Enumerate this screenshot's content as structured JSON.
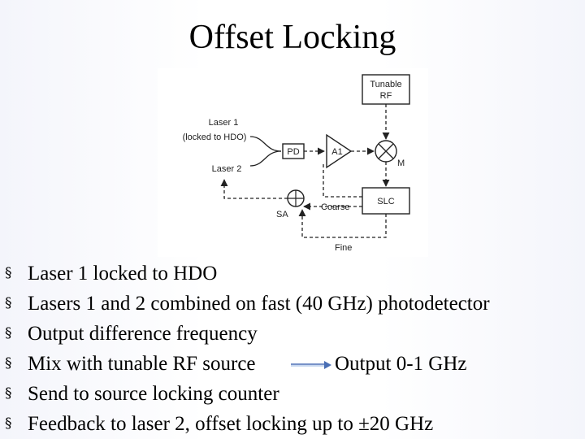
{
  "slide": {
    "title": "Offset Locking"
  },
  "diagram": {
    "labels": {
      "tunable_rf": [
        "Tunable",
        "RF"
      ],
      "laser1": [
        "Laser 1",
        "(locked to HDO)"
      ],
      "laser2": "Laser 2",
      "pd": "PD",
      "a1": "A1",
      "m": "M",
      "slc": "SLC",
      "coarse": "Coarse",
      "sa": "SA",
      "fine": "Fine"
    }
  },
  "bullets": [
    {
      "mark": "§",
      "text": "Laser 1 locked to HDO"
    },
    {
      "mark": "§",
      "text": "Lasers 1 and 2 combined on fast (40 GHz)  photodetector"
    },
    {
      "mark": "§",
      "text": "Output difference frequency"
    },
    {
      "mark": "§",
      "text": "Mix with tunable RF source",
      "suffix": "Output 0-1 GHz",
      "arrow": "right-arrow"
    },
    {
      "mark": "§",
      "text": "Send to source locking counter"
    },
    {
      "mark": "§",
      "text": "Feedback to laser 2, offset locking up to ±20 GHz"
    }
  ]
}
